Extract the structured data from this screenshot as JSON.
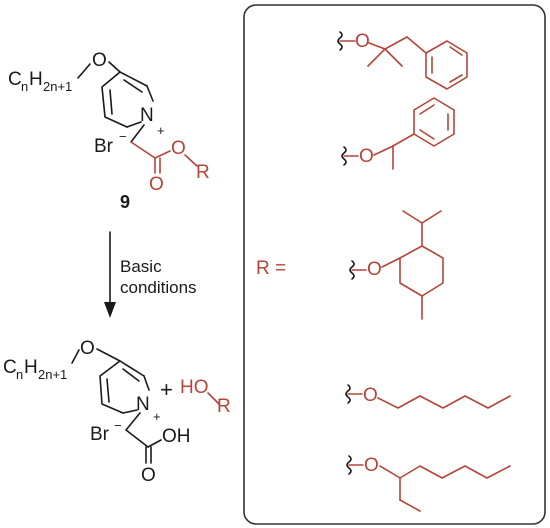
{
  "colors": {
    "black": "#1a1a1a",
    "red": "#b5443a",
    "panel_border": "#333333",
    "background": "#ffffff"
  },
  "compound_top": {
    "chain": {
      "c": "C",
      "n": "n",
      "h": "H",
      "sub": "2n+1"
    },
    "ether_o": "O",
    "ring_n": "N",
    "charge": "+",
    "counterion": "Br",
    "counterion_charge": "−",
    "ester_o": "O",
    "carbonyl_o": "O",
    "r_group": "R",
    "number": "9"
  },
  "arrow": {
    "line1": "Basic",
    "line2": "conditions"
  },
  "compound_bottom": {
    "chain": {
      "c": "C",
      "n": "n",
      "h": "H",
      "sub": "2n+1"
    },
    "ether_o": "O",
    "ring_n": "N",
    "charge": "+",
    "counterion": "Br",
    "counterion_charge": "−",
    "acid_oh": "OH",
    "carbonyl_o": "O",
    "plus": "+",
    "alcohol_ho": "HO",
    "alcohol_r": "R"
  },
  "panel": {
    "r_label": "R =",
    "oxygen_labels": [
      "O",
      "O",
      "O",
      "O",
      "O"
    ]
  }
}
